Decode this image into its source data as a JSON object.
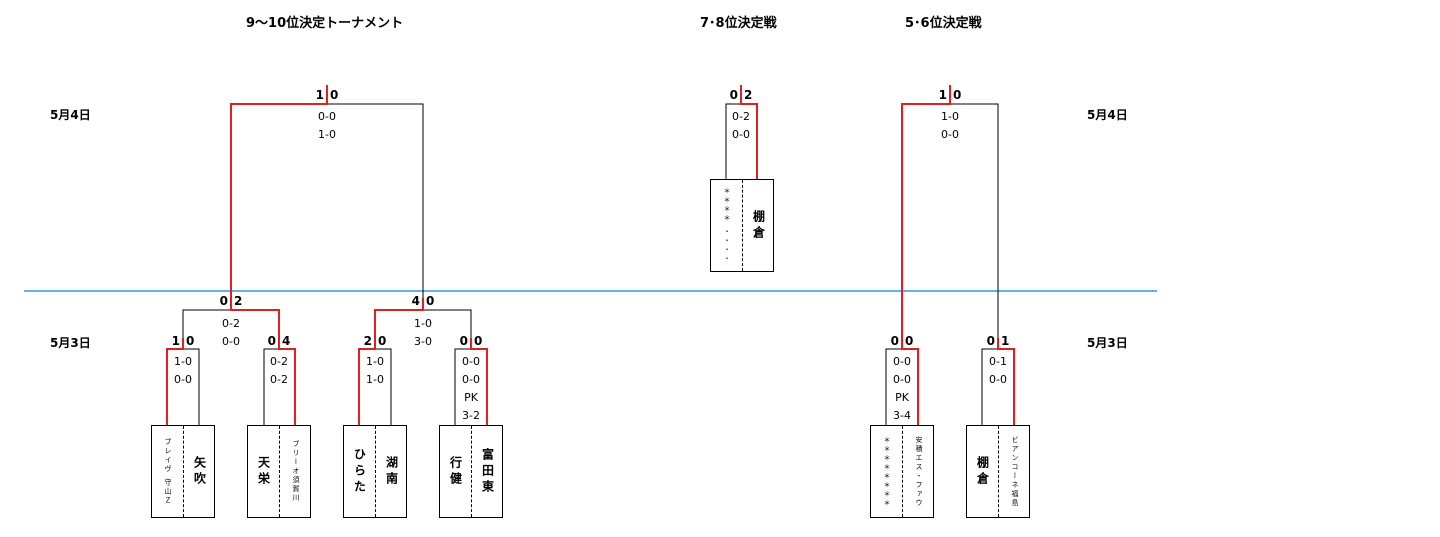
{
  "titles": {
    "t910": "9〜10位決定トーナメント",
    "t78": "7･8位決定戦",
    "t56": "5･6位決定戦"
  },
  "dates": {
    "may4": "5月4日",
    "may3": "5月3日"
  },
  "colors": {
    "win": "#e02020",
    "line": "#000000",
    "divider": "#6ab0e6"
  },
  "teams": {
    "t1": "ブレイヴ 守山Ｚ",
    "t2": "矢吹",
    "t3": "天栄",
    "t4": "ブリーオ須賀川",
    "t5": "ひらた",
    "t6": "湖南",
    "t7": "行健",
    "t8": "富田東",
    "t9": "＊＊＊＊ ・・・・",
    "t10": "棚倉",
    "t11": "＊＊＊＊＊＊＊＊",
    "t12": "安積エス・ファウ",
    "t13": "棚倉",
    "t14": "ビアンコーネ福島"
  },
  "matches": {
    "m1": {
      "a": "1",
      "b": "0",
      "h1": "1-0",
      "h2": "0-0"
    },
    "m2": {
      "a": "0",
      "b": "4",
      "h1": "0-2",
      "h2": "0-2"
    },
    "m3": {
      "a": "2",
      "b": "0",
      "h1": "1-0",
      "h2": "1-0"
    },
    "m4": {
      "a": "0",
      "b": "0",
      "h1": "0-0",
      "h2": "0-0",
      "pk": "PK",
      "pks": "3-2"
    },
    "m5": {
      "a": "0",
      "b": "2",
      "h1": "0-2",
      "h2": "0-0"
    },
    "m6": {
      "a": "4",
      "b": "0",
      "h1": "1-0",
      "h2": "3-0"
    },
    "m7": {
      "a": "1",
      "b": "0",
      "h1": "0-0",
      "h2": "1-0"
    },
    "m8": {
      "a": "0",
      "b": "2",
      "h1": "0-2",
      "h2": "0-0"
    },
    "m9": {
      "a": "0",
      "b": "0",
      "h1": "0-0",
      "h2": "0-0",
      "pk": "PK",
      "pks": "3-4"
    },
    "m10": {
      "a": "0",
      "b": "1",
      "h1": "0-1",
      "h2": "0-0"
    },
    "m11": {
      "a": "1",
      "b": "0",
      "h1": "1-0",
      "h2": "0-0"
    }
  }
}
